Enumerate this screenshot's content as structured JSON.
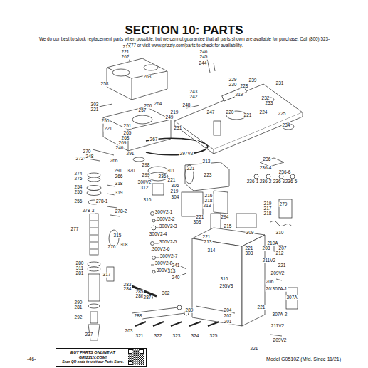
{
  "diagram": {
    "title": "SECTION 10: PARTS",
    "nodes": [
      {
        "text": [
          "BUY PARTS ONLINE AT GRIZZLY.COM!",
          "Scan QR code to visit our Parts Store."
        ]
      }
    ],
    "labels": [
      "We do our best to stock replacement parts when possible, but we cannot guarantee that all parts shown are available for purchase. Call (800) 523-4777 or visit www.grizzly.com/parts to check for availability.",
      "213",
      "221",
      "262",
      "263",
      "258",
      "264",
      "303",
      "221",
      "206",
      "257",
      "250",
      "221",
      "267",
      "251",
      "265",
      "268",
      "269",
      "246",
      "270",
      "248",
      "272",
      "291",
      "266",
      "291",
      "320",
      "274",
      "275",
      "266",
      "254",
      "255",
      "318",
      "319",
      "256",
      "278-1",
      "278-3",
      "278-2",
      "277",
      "315",
      "308",
      "276",
      "280",
      "311",
      "281",
      "317",
      "283",
      "284",
      "285",
      "286",
      "287",
      "290",
      "281",
      "292",
      "288",
      "237",
      "203",
      "321",
      "322",
      "323",
      "324",
      "325",
      "289",
      "302",
      "298",
      "301",
      "299",
      "300V2",
      "312",
      "316",
      "236",
      "221",
      "306",
      "219",
      "304",
      "297V2",
      "213",
      "221",
      "223",
      "300V2-1",
      "300V2-2",
      "300V2-3",
      "300V2-4",
      "300V2-5",
      "300V2-6",
      "300V2-7",
      "300V2-8",
      "300V2-9",
      "221",
      "303",
      "221",
      "213",
      "314",
      "241",
      "313",
      "240",
      "216",
      "218",
      "213",
      "294",
      "215",
      "246",
      "245",
      "244",
      "229",
      "230",
      "239",
      "228",
      "243",
      "242",
      "231",
      "219",
      "232",
      "233",
      "248",
      "219",
      "249",
      "247",
      "220",
      "221",
      "224",
      "225",
      "231",
      "234",
      "236",
      "236-4",
      "236-6",
      "236-1",
      "236-2",
      "236-3",
      "236-5",
      "219",
      "217",
      "218",
      "279",
      "309",
      "310",
      "210A",
      "208",
      "207",
      "212",
      "221",
      "303",
      "211V2",
      "221",
      "209V2",
      "316",
      "295V3",
      "206",
      "205",
      "307A-1",
      "307A",
      "307A-2",
      "221",
      "211V2",
      "209V2",
      "204",
      "202",
      "201",
      "221",
      "-46-",
      "Model G0510Z (Mfd. Since 11/21)"
    ]
  }
}
